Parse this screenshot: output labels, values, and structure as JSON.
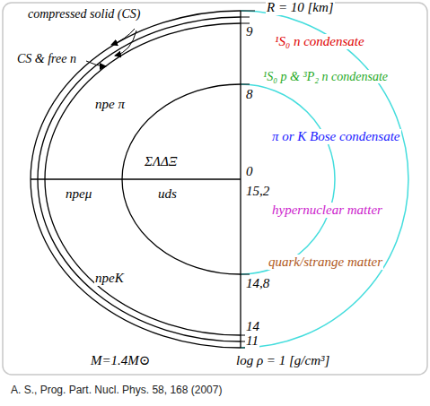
{
  "diagram": {
    "caption": "A. S., Prog. Part. Nucl. Phys. 58, 168 (2007)",
    "labels": [
      "R = 10 [km]",
      "compressed solid (CS)",
      "CS & free n",
      "9",
      "¹S₀ n condensate",
      "¹S₀ p & ³P₂ n condensate",
      "8",
      "npe π",
      "π or K Bose condensate",
      "ΣΛΔΞ",
      "0",
      "npeμ",
      "15,2",
      "uds",
      "hypernuclear matter",
      "quark/strange matter",
      "npeK",
      "14,8",
      "14",
      "11",
      "M=1.4M⊙",
      "log ρ = 1  [g/cm³]"
    ]
  }
}
